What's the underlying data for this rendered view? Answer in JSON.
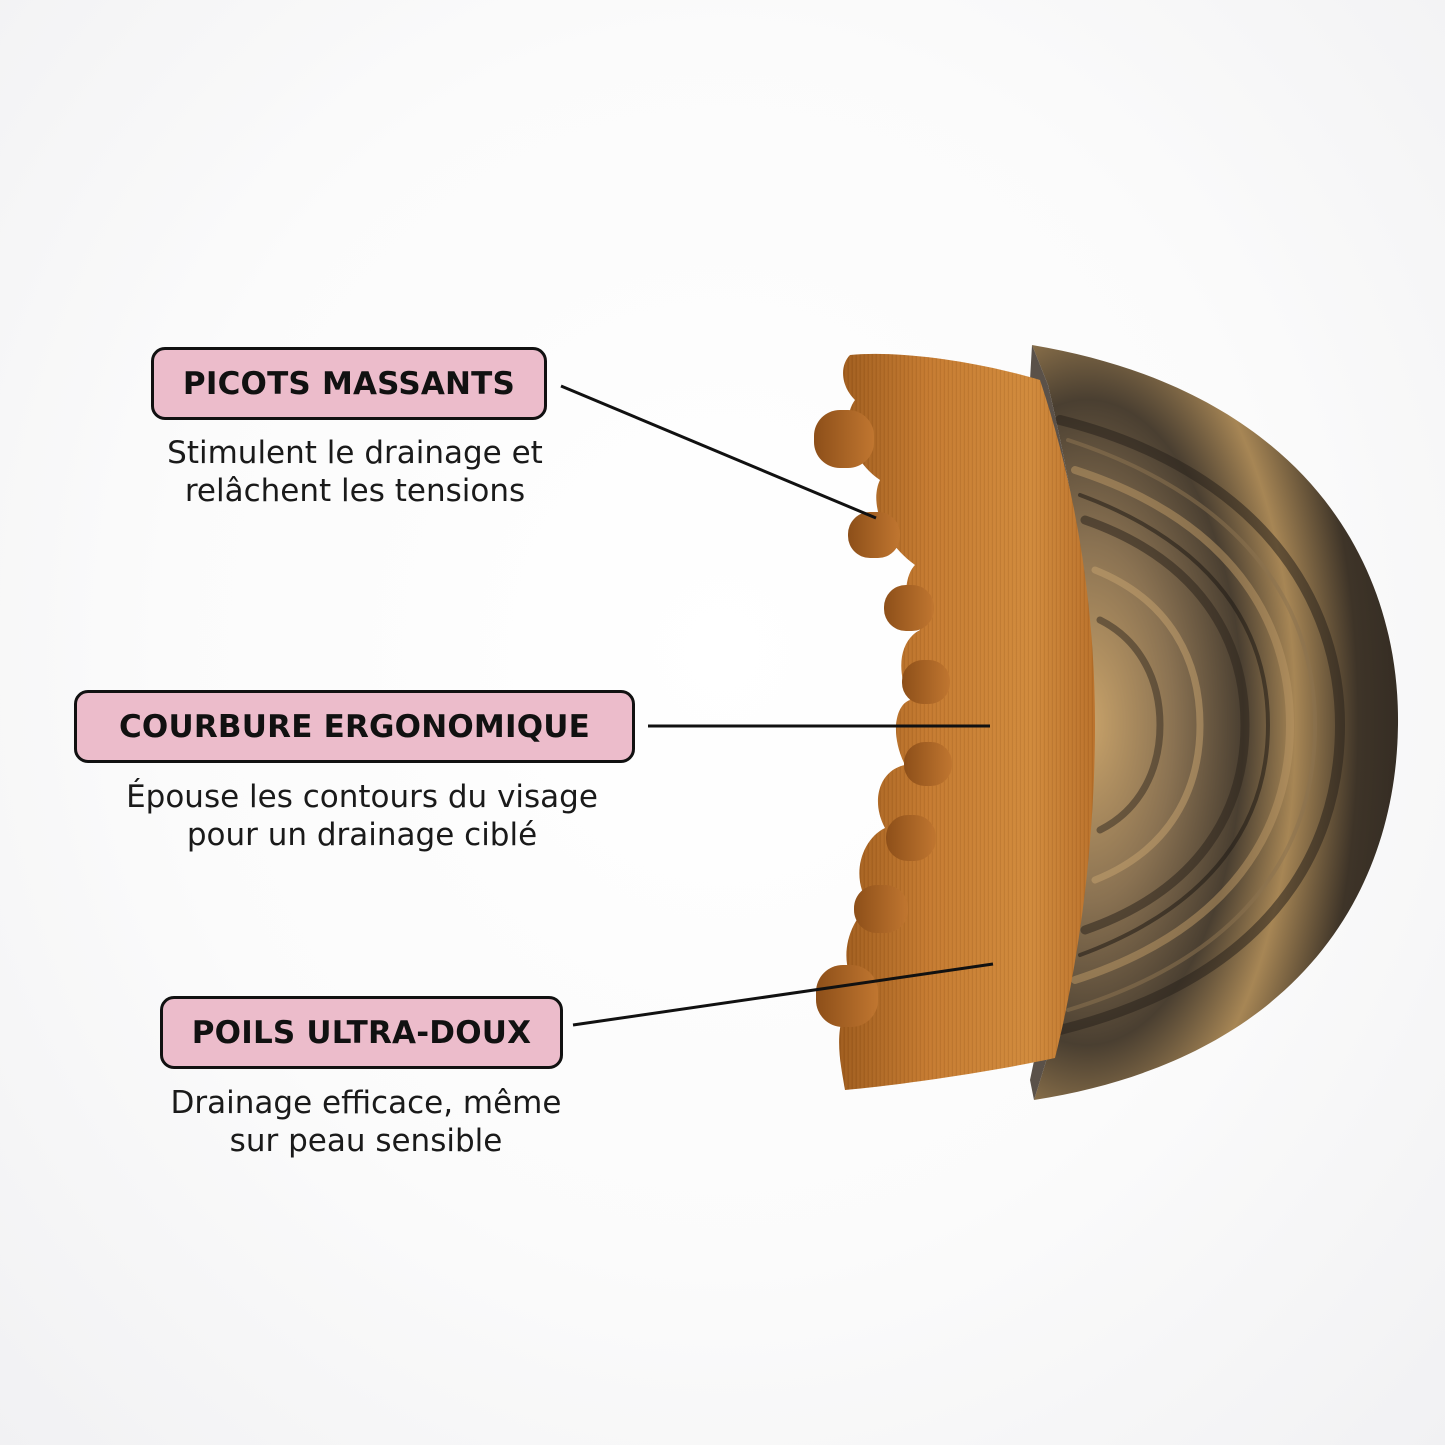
{
  "features": [
    {
      "title": "PICOTS MASSANTS",
      "caption_line1": "Stimulent le drainage et",
      "caption_line2": "relâchent les tensions"
    },
    {
      "title": "COURBURE ERGONOMIQUE",
      "caption_line1": "Épouse les contours du visage",
      "caption_line2": "pour un drainage ciblé"
    },
    {
      "title": "POILS ULTRA-DOUX",
      "caption_line1": "Drainage efficace, même",
      "caption_line2": "sur peau sensible"
    }
  ],
  "colors": {
    "label_fill": "#ecbccb",
    "label_border": "#111111",
    "bristle": "#c0742a",
    "wood_dark": "#3a3126",
    "wood_light": "#b4915e"
  }
}
